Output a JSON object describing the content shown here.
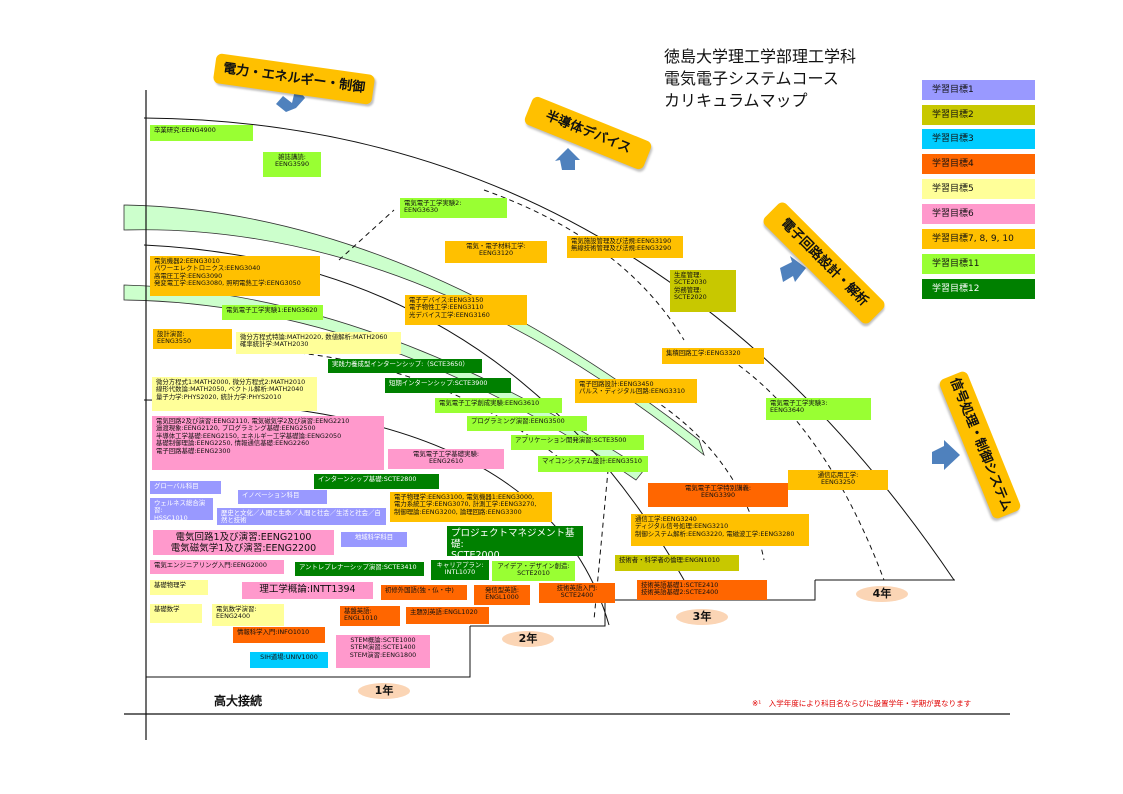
{
  "title_lines": [
    "徳島大学理工学部理工学科",
    "電気電子システムコース",
    "カリキュラムマップ"
  ],
  "legend": [
    {
      "label": "学習目標1",
      "color": "#9999ff"
    },
    {
      "label": "学習目標2",
      "color": "#c8c800"
    },
    {
      "label": "学習目標3",
      "color": "#00ccff"
    },
    {
      "label": "学習目標4",
      "color": "#ff6600"
    },
    {
      "label": "学習目標5",
      "color": "#ffff99"
    },
    {
      "label": "学習目標6",
      "color": "#ff99cc"
    },
    {
      "label": "学習目標7, 8, 9, 10",
      "color": "#ffc000"
    },
    {
      "label": "学習目標11",
      "color": "#99ff33"
    },
    {
      "label": "学習目標12",
      "color": "#008000"
    }
  ],
  "banners": [
    "電力・エネルギー・制御",
    "半導体デバイス",
    "電子回路設計・解析",
    "信号処理・制御システム"
  ],
  "years": [
    "1年",
    "2年",
    "3年",
    "4年"
  ],
  "kodai_label": "高大接続",
  "note": "※¹　入学年度により科目名ならびに設置学年・学期が異なります",
  "courses": [
    {
      "name": "卒業研究:EENG4900",
      "color": "#99ff33"
    },
    {
      "name": "雑誌講読:\nEENG3590",
      "color": "#99ff33"
    },
    {
      "name": "電気電子工学実験2:\nEENG3630",
      "color": "#99ff33"
    },
    {
      "name": "電気・電子材料工学:\nEENG3120",
      "color": "#ffc000"
    },
    {
      "name": "電気施設管理及び法規:EENG3190\n無線技術管理及び法規:EENG3290",
      "color": "#ffc000"
    },
    {
      "name": "電気機器2:EENG3010\nパワーエレクトロニクス:EENG3040\n高電圧工学:EENG3090\n発変電工学:EENG3080, 照明電熱工学:EENG3050",
      "color": "#ffc000"
    },
    {
      "name": "生産管理:\nSCTE2030\n労務管理:\nSCTE2020",
      "color": "#c8c800"
    },
    {
      "name": "電気電子工学実験1:EENG3620",
      "color": "#99ff33"
    },
    {
      "name": "電子デバイス:EENG3150\n電子物性工学:EENG3110\n光デバイス工学:EENG3160",
      "color": "#ffc000"
    },
    {
      "name": "設計演習:\nEENG3550",
      "color": "#ffc000"
    },
    {
      "name": "微分方程式特論:MATH2020, 数値解析:MATH2060\n確率統計学:MATH2030",
      "color": "#ffff99"
    },
    {
      "name": "集積回路工学:EENG3320",
      "color": "#ffc000"
    },
    {
      "name": "実践力養成型インターンシップ:（SCTE3650）",
      "color": "#008000"
    },
    {
      "name": "短期インターンシップ:SCTE3900",
      "color": "#008000"
    },
    {
      "name": "微分方程式1:MATH2000, 微分方程式2:MATH2010\n線形代数論:MATH2050, ベクトル解析:MATH2040\n量子力学:PHYS2020, 統計力学:PHYS2010",
      "color": "#ffff99"
    },
    {
      "name": "電子回路設計:EENG3450\nパルス・ディジタル回路:EENG3310",
      "color": "#ffc000"
    },
    {
      "name": "電気電子工学創成実験:EENG3610",
      "color": "#99ff33"
    },
    {
      "name": "電気電子工学実験3:\nEENG3640",
      "color": "#99ff33"
    },
    {
      "name": "プログラミング演習:EENG3500",
      "color": "#99ff33"
    },
    {
      "name": "電気回路2及び演習:EENG2110, 電気磁気学2及び演習:EENG2210\n過渡現象:EENG2120, プログラミング基礎:EENG2500\n半導体工学基礎:EENG2150, エネルギー工学基礎論:EENG2050\n基礎制御理論:EENG2250, 情報通信基礎:EENG2260\n電子回路基礎:EENG2300",
      "color": "#ff99cc"
    },
    {
      "name": "アプリケーション開発演習:SCTE3500",
      "color": "#99ff33"
    },
    {
      "name": "電気電子工学基礎実験:\nEENG2610",
      "color": "#ff99cc"
    },
    {
      "name": "マイコンシステム設計:EENG3510",
      "color": "#99ff33"
    },
    {
      "name": "通信応用工学:\nEENG3250",
      "color": "#ffc000"
    },
    {
      "name": "インターンシップ基礎:SCTE2800",
      "color": "#008000"
    },
    {
      "name": "グローバル科目",
      "color": "#9999ff"
    },
    {
      "name": "イノベーション科目",
      "color": "#9999ff"
    },
    {
      "name": "電気電子工学特別講義:\nEENG3390",
      "color": "#ff6600"
    },
    {
      "name": "ウェルネス総合演習:\nHSSC1010",
      "color": "#9999ff"
    },
    {
      "name": "電子物理学:EENG3100, 電気機器1:EENG3000,\n電力系統工学:EENG3070, 計測工学:EENG3270,\n制御理論:EENG3200, 論理回路:EENG3300",
      "color": "#ffc000"
    },
    {
      "name": "歴史と文化／人間と生命／人間と社会／生活と社会／自然と技術",
      "color": "#9999ff"
    },
    {
      "name": "通信工学:EENG3240\nディジタル信号処理:EENG3210\n制御システム解析:EENG3220, 電磁波工学:EENG3280",
      "color": "#ffc000"
    },
    {
      "name": "電気回路1及び演習:EENG2100\n電気磁気学1及び演習:EENG2200",
      "color": "#ff99cc"
    },
    {
      "name": "地域科学科目",
      "color": "#9999ff"
    },
    {
      "name": "プロジェクトマネジメント基礎:\nSCTE2000",
      "color": "#008000"
    },
    {
      "name": "技術者・科学者の倫理:ENGN1010",
      "color": "#c8c800"
    },
    {
      "name": "電気エンジニアリング入門:EENG2000",
      "color": "#ff99cc"
    },
    {
      "name": "アントレプレナーシップ演習:SCTE3410",
      "color": "#008000"
    },
    {
      "name": "キャリアプラン:\nINTL1070",
      "color": "#008000"
    },
    {
      "name": "アイデア・デザイン創造:\nSCTE2010",
      "color": "#99ff33"
    },
    {
      "name": "技術英語基礎1:SCTE2410\n技術英語基礎2:SCTE2400",
      "color": "#ff6600"
    },
    {
      "name": "基礎物理学",
      "color": "#ffff99"
    },
    {
      "name": "理工学概論:INTT1394",
      "color": "#ff99cc"
    },
    {
      "name": "初修外国語(独・仏・中)",
      "color": "#ff6600"
    },
    {
      "name": "発信型英語:\nENGL1000",
      "color": "#ff6600"
    },
    {
      "name": "技術英語入門:\nSCTE2400",
      "color": "#ff6600"
    },
    {
      "name": "基礎数学",
      "color": "#ffff99"
    },
    {
      "name": "電気数学演習:\nEENG2400",
      "color": "#ffff99"
    },
    {
      "name": "基盤英語:\nENGL1010",
      "color": "#ff6600"
    },
    {
      "name": "主題別英語:ENGL1020",
      "color": "#ff6600"
    },
    {
      "name": "情報科学入門:INFO1010",
      "color": "#ff6600"
    },
    {
      "name": "STEM概論:SCTE1000\nSTEM演習:SCTE1400\nSTEM演習:EENG1800",
      "color": "#ff99cc"
    },
    {
      "name": "SIH道場:UNIV1000",
      "color": "#00ccff"
    }
  ]
}
